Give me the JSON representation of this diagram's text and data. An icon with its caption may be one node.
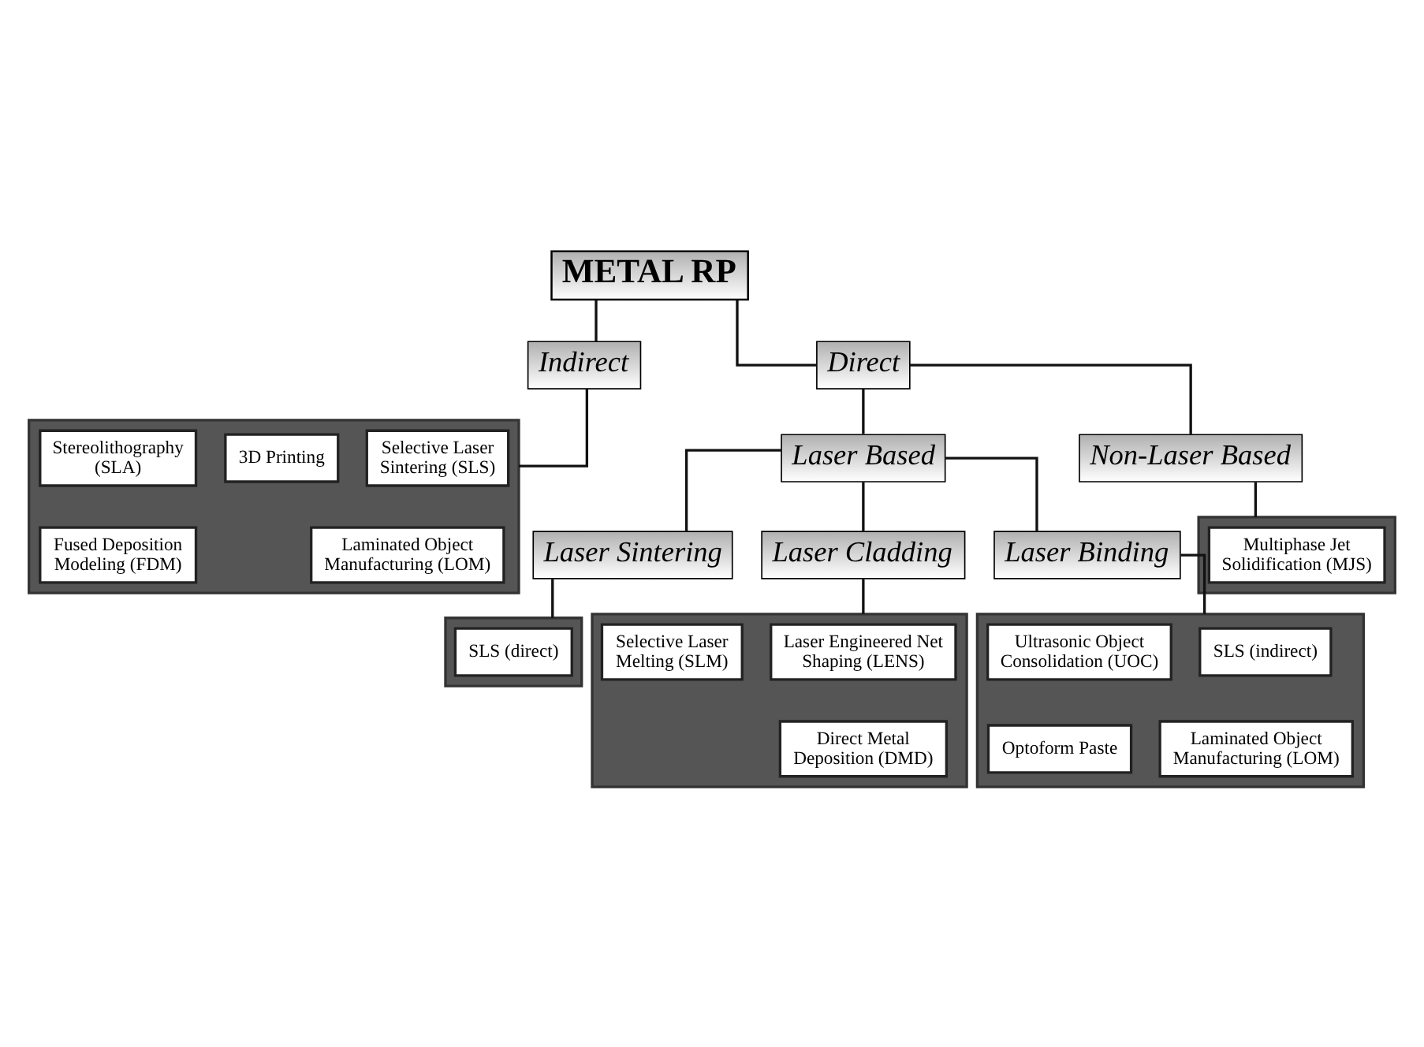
{
  "diagram": {
    "nodes": [
      {
        "text": [
          "METAL RP"
        ]
      },
      {
        "text": [
          "Indirect"
        ]
      },
      {
        "text": [
          "Direct"
        ]
      },
      {
        "text": [],
        "shape": "box"
      },
      {
        "text": [
          "Selective Laser Sintering (SLS)"
        ],
        "in": 3
      },
      {
        "text": [
          "3D Printing"
        ],
        "in": 3
      },
      {
        "text": [
          "Stereolithography (SLA)"
        ],
        "in": 3
      },
      {
        "text": [
          "Laminated Object Manufacturing (LOM)"
        ],
        "in": 3
      },
      {
        "text": [
          "Fused Deposition Modeling (FDM)"
        ],
        "in": 3
      },
      {
        "text": [
          "Laser Based"
        ]
      },
      {
        "text": [
          "Non-Laser Based"
        ]
      },
      {
        "text": [],
        "shape": "box"
      },
      {
        "text": [
          "Multiphase Jet Solidification (MJS)"
        ],
        "in": 11
      },
      {
        "text": [
          "Laser Sintering"
        ]
      },
      {
        "text": [
          "Laser Cladding"
        ]
      },
      {
        "text": [
          "Laser Binding"
        ]
      },
      {
        "text": [],
        "shape": "box"
      },
      {
        "text": [
          "SLS (direct)"
        ],
        "in": 16
      },
      {
        "text": [],
        "shape": "box"
      },
      {
        "text": [
          "Laser Engineered Net Shaping (LENS)"
        ],
        "in": 18
      },
      {
        "text": [
          "Selective Laser Melting (SLM)"
        ],
        "in": 18
      },
      {
        "text": [
          "Direct Metal Deposition (DMD)"
        ],
        "in": 18
      },
      {
        "text": [],
        "shape": "box"
      },
      {
        "text": [
          "SLS (indirect)"
        ],
        "in": 22
      },
      {
        "text": [
          "Ultrasonic Object Consolidation (UOC)"
        ],
        "in": 22
      },
      {
        "text": [
          "Laminated Object Manufacturing (LOM)"
        ],
        "in": 22
      },
      {
        "text": [
          "Optoform Paste"
        ],
        "in": 22
      }
    ],
    "edges": [
      {
        "from": 0,
        "to": 1,
        "arrow": "none"
      },
      {
        "from": 0,
        "to": 2,
        "arrow": "none"
      },
      {
        "from": 1,
        "to": 3,
        "arrow": "none"
      },
      {
        "from": 2,
        "to": 9,
        "arrow": "none"
      },
      {
        "from": 2,
        "to": 10,
        "arrow": "none"
      },
      {
        "from": 10,
        "to": 11,
        "arrow": "none"
      },
      {
        "from": 9,
        "to": 13,
        "arrow": "none"
      },
      {
        "from": 9,
        "to": 14,
        "arrow": "none"
      },
      {
        "from": 9,
        "to": 15,
        "arrow": "none"
      },
      {
        "from": 13,
        "to": 16,
        "arrow": "none"
      },
      {
        "from": 14,
        "to": 18,
        "arrow": "none"
      },
      {
        "from": 15,
        "to": 22,
        "arrow": "none"
      }
    ]
  }
}
